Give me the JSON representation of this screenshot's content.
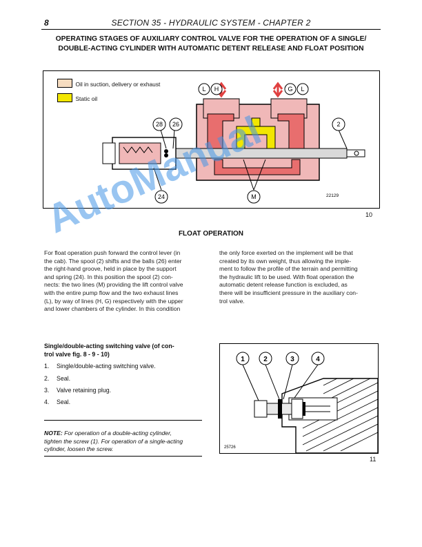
{
  "header": {
    "page_number": "8",
    "section_title": "SECTION 35 - HYDRAULIC SYSTEM - CHAPTER 2"
  },
  "main_title": {
    "line1": "OPERATING STAGES OF AUXILIARY CONTROL VALVE FOR THE OPERATION OF A SINGLE/",
    "line2": "DOUBLE-ACTING CYLINDER WITH AUTOMATIC DETENT RELEASE AND FLOAT POSITION"
  },
  "figure1": {
    "legend": [
      {
        "label": "Oil in suction, delivery or exhaust",
        "color": "#f6dcc0"
      },
      {
        "label": "Static oil",
        "color": "#f2e600"
      }
    ],
    "callouts": [
      "L",
      "H",
      "G",
      "L",
      "28",
      "26",
      "2",
      "24",
      "M"
    ],
    "code": "22129",
    "number": "10"
  },
  "float_operation": {
    "heading": "FLOAT OPERATION",
    "left_lines": [
      "For float operation push forward the control lever (in",
      "the cab). The spool (2) shifts and the balls (26) enter",
      "the right-hand groove, held in place by the support",
      "and spring (24). In this position the spool (2) con-",
      "nects: the two lines (M) providing the lift control valve",
      "with the entire pump flow and the two exhaust lines",
      "(L), by way of lines (H, G) respectively with the upper",
      "and lower chambers of the cylinder. In this condition"
    ],
    "right_lines": [
      "the only force exerted on the implement will be that",
      "created by its own weight, thus allowing the imple-",
      "ment to follow the profile of the terrain and permitting",
      "the hydraulic lift to be used. With float operation the",
      "automatic detent release function is excluded, as",
      "there will be insufficient pressure in the auxiliary con-",
      "trol valve."
    ]
  },
  "switching_valve": {
    "heading_line1": "Single/double-acting switching valve (of con-",
    "heading_line2": "trol valve fig.  8 -  9 -  10)",
    "items": [
      {
        "num": "1.",
        "text": "Single/double-acting switching valve."
      },
      {
        "num": "2.",
        "text": "Seal."
      },
      {
        "num": "3.",
        "text": "Valve retaining plug."
      },
      {
        "num": "4.",
        "text": "Seal."
      }
    ]
  },
  "note": {
    "label": "NOTE:",
    "line1": " For operation of a double-acting cylinder,",
    "line2": "tighten the screw (1). For operation of a single-acting",
    "line3": "cylinder, loosen the screw."
  },
  "figure2": {
    "callouts": [
      "1",
      "2",
      "3",
      "4"
    ],
    "code": "25726",
    "number": "11"
  },
  "watermark": "AutoManual"
}
